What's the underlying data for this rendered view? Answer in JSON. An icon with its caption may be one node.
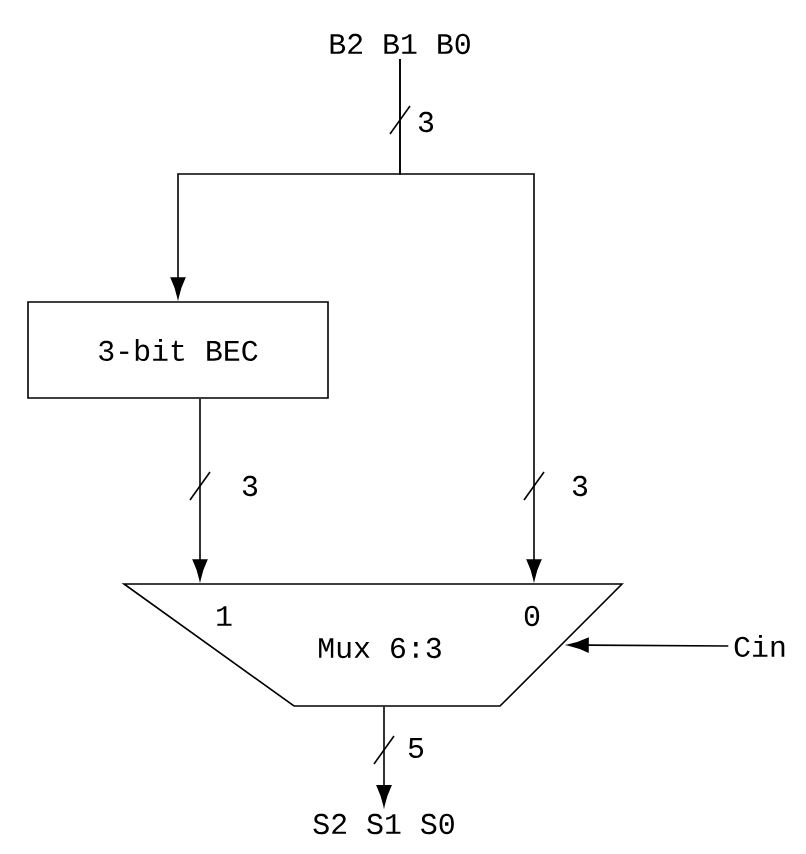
{
  "diagram": {
    "nodes": [
      {
        "text": [
          "B2 B1 B0"
        ]
      },
      {
        "text": [
          "3-bit BEC"
        ]
      },
      {
        "text": [
          "1",
          "Mux 6:3",
          "0"
        ]
      },
      {
        "text": [
          "Cin"
        ]
      },
      {
        "text": [
          "S2 S1 S0"
        ]
      }
    ],
    "edges": [
      {
        "from": 0,
        "to": 1,
        "arrow": "to",
        "label": "3"
      },
      {
        "from": 0,
        "to": 2,
        "arrow": "to",
        "label": "3"
      },
      {
        "from": 1,
        "to": 2,
        "arrow": "to",
        "label": "3"
      },
      {
        "from": 3,
        "to": 2,
        "arrow": "to"
      },
      {
        "from": 2,
        "to": 4,
        "arrow": "to",
        "label": "5"
      }
    ]
  }
}
